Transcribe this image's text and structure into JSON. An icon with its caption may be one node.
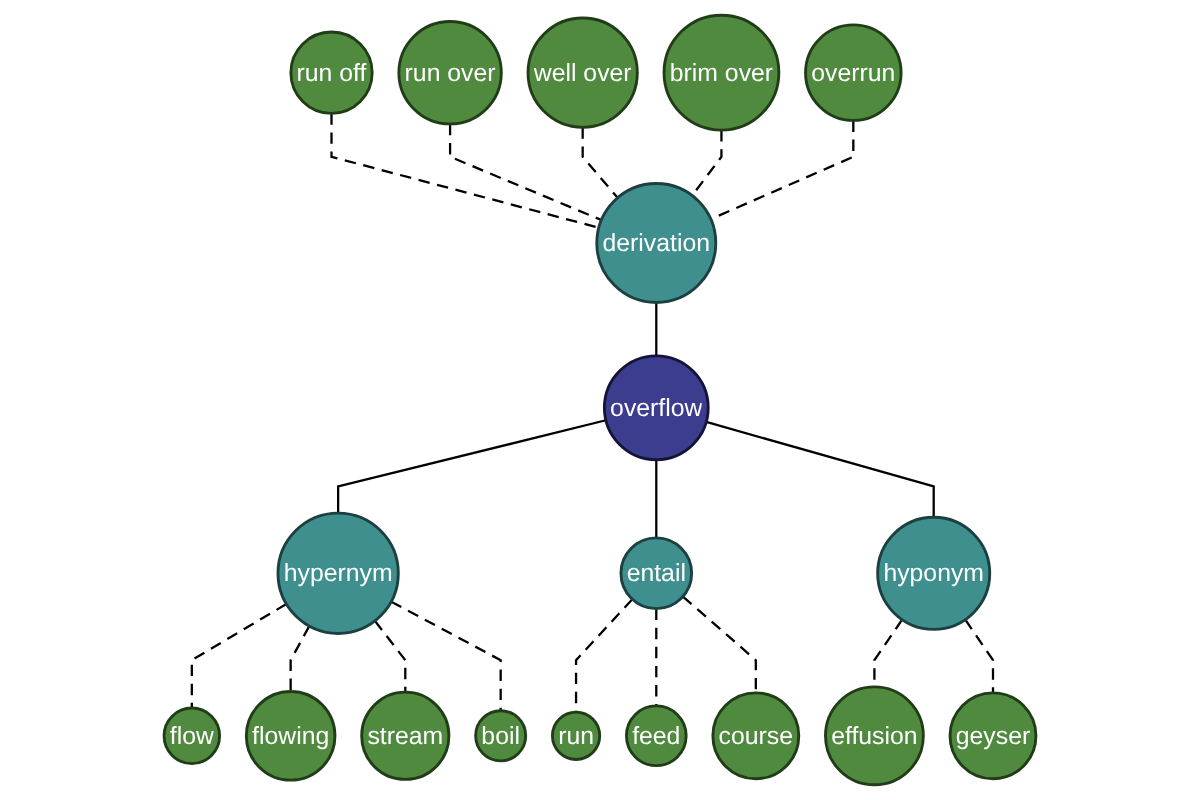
{
  "diagram": {
    "nodes": [
      {
        "text": [
          "well over"
        ]
      },
      {
        "text": [
          "run over"
        ]
      },
      {
        "text": [
          "brim over"
        ]
      },
      {
        "text": [
          "run off"
        ]
      },
      {
        "text": [
          "derivation"
        ]
      },
      {
        "text": [
          "overrun"
        ]
      },
      {
        "text": [
          "flow"
        ]
      },
      {
        "text": [
          "overflow"
        ]
      },
      {
        "text": [
          "hypernym"
        ]
      },
      {
        "text": [
          "hyponym"
        ]
      },
      {
        "text": [
          "effusion"
        ]
      },
      {
        "text": [
          "flowing"
        ]
      },
      {
        "text": [
          "geyser"
        ]
      },
      {
        "text": [
          "boil"
        ]
      },
      {
        "text": [
          "stream"
        ]
      },
      {
        "text": [
          "entail"
        ]
      },
      {
        "text": [
          "course"
        ]
      },
      {
        "text": [
          "run"
        ]
      },
      {
        "text": [
          "feed"
        ]
      }
    ],
    "edges": [
      {
        "from": 3,
        "to": 4,
        "arrow": "none",
        "style": "dashed"
      },
      {
        "from": 1,
        "to": 4,
        "arrow": "none",
        "style": "dashed"
      },
      {
        "from": 0,
        "to": 4,
        "arrow": "none",
        "style": "dashed"
      },
      {
        "from": 2,
        "to": 4,
        "arrow": "none",
        "style": "dashed"
      },
      {
        "from": 5,
        "to": 4,
        "arrow": "none",
        "style": "dashed"
      },
      {
        "from": 4,
        "to": 7,
        "arrow": "none"
      },
      {
        "from": 7,
        "to": 8,
        "arrow": "none"
      },
      {
        "from": 7,
        "to": 15,
        "arrow": "none"
      },
      {
        "from": 7,
        "to": 9,
        "arrow": "none"
      },
      {
        "from": 8,
        "to": 6,
        "arrow": "none",
        "style": "dashed"
      },
      {
        "from": 8,
        "to": 11,
        "arrow": "none",
        "style": "dashed"
      },
      {
        "from": 8,
        "to": 14,
        "arrow": "none",
        "style": "dashed"
      },
      {
        "from": 8,
        "to": 13,
        "arrow": "none",
        "style": "dashed"
      },
      {
        "from": 15,
        "to": 17,
        "arrow": "none",
        "style": "dashed"
      },
      {
        "from": 15,
        "to": 18,
        "arrow": "none",
        "style": "dashed"
      },
      {
        "from": 15,
        "to": 16,
        "arrow": "none",
        "style": "dashed"
      },
      {
        "from": 9,
        "to": 10,
        "arrow": "none",
        "style": "dashed"
      },
      {
        "from": 9,
        "to": 12,
        "arrow": "none",
        "style": "dashed"
      }
    ]
  }
}
